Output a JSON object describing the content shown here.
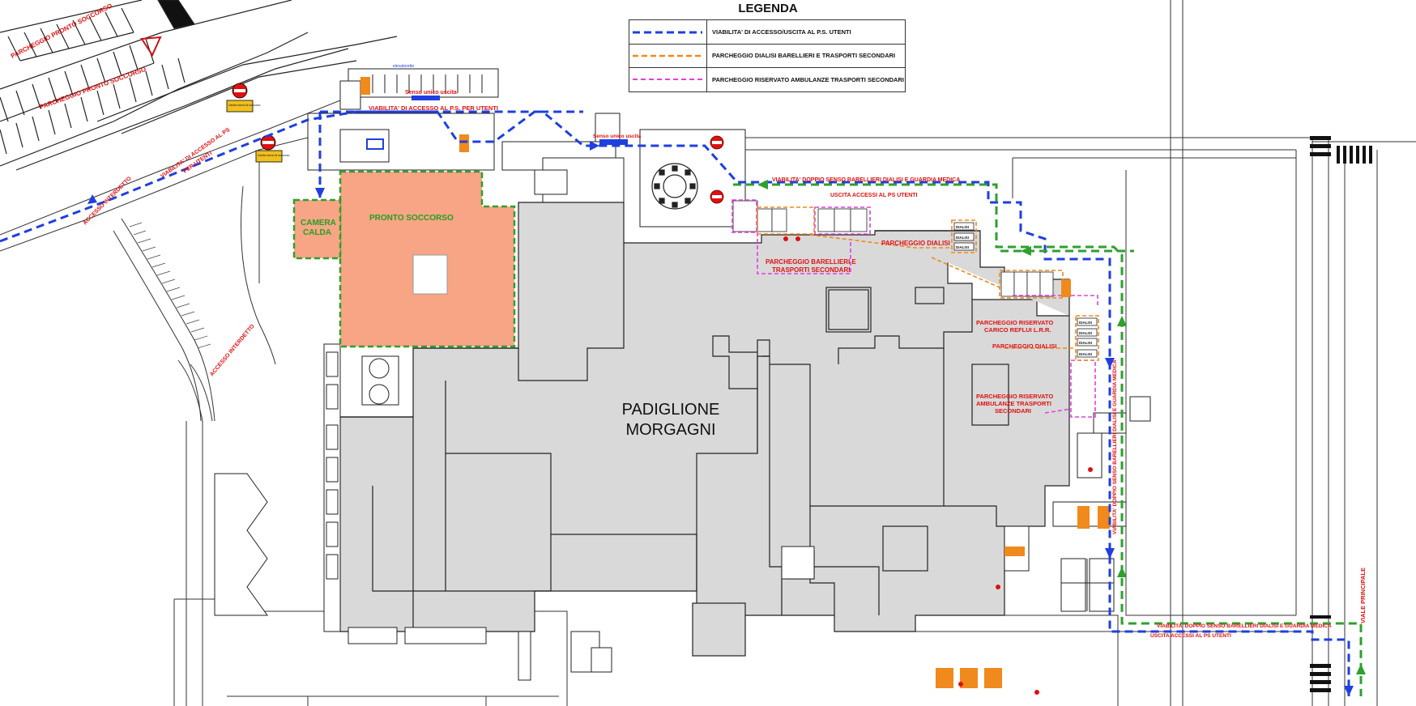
{
  "legend": {
    "title": "LEGENDA",
    "items": [
      {
        "label": "VIABILITA' DI ACCESSO/USCITA AL P.S. UTENTI",
        "color": "#1f3fe0",
        "style": "dashed"
      },
      {
        "label": "PARCHEGGIO DIALISI BARELLIERI E TRASPORTI SECONDARI",
        "color": "#f08a1c",
        "style": "dashed"
      },
      {
        "label": "PARCHEGGIO RISERVATO AMBULANZE TRASPORTI SECONDARI",
        "color": "#e040e0",
        "style": "dashed"
      }
    ]
  },
  "colors": {
    "building": "#d9d9d9",
    "emergency": "#f7a585",
    "green_route": "#2ea02e",
    "blue_route": "#1f3fe0",
    "orange": "#f08a1c",
    "magenta": "#e040e0",
    "red_text": "#e01010",
    "green_text": "#22a022"
  },
  "labels": {
    "parcheggio_ps_1": "PARCHEGGIO PRONTO SOCCORSO",
    "parcheggio_ps_2": "PARCHEGGIO PRONTO SOCCORSO",
    "viabilita_ps_curve": "VIABILITA' DI ACCESSO AL PS",
    "per_utenti": "PER UTENTI",
    "accesso_interdetto_1": "ACCESSO INTERDETTO",
    "accesso_interdetto_2": "ACCESSO INTERDETTO",
    "viabilita_top": "VIABILITA' DI ACCESSO AL P.S. PER UTENTI",
    "senso_unico_top": "Senso unico uscita",
    "senso_unico_mid": "Senso unico uscita",
    "elevator_top": "elevatorette",
    "sign_1": "Uscita mezzi di soccorso",
    "sign_2": "Uscita mezzi di soccorso",
    "camera_calda_1": "CAMERA",
    "camera_calda_2": "CALDA",
    "pronto_soccorso": "PRONTO SOCCORSO",
    "padiglione_1": "PADIGLIONE",
    "padiglione_2": "MORGAGNI",
    "viabilita_doppio": "VIABILITA' DOPPIO SENSO BARELLIERI DIALISI E GUARDIA MEDICA",
    "uscita_accesso": "USCITA ACCESSI AL PS UTENTI",
    "parcheggio_dialisi_1": "PARCHEGGIO DIALISI",
    "parcheggio_barellieri_1": "PARCHEGGIO BARELLIERI E",
    "parcheggio_barellieri_2": "TRASPORTI SECONDARI",
    "riservato_carico_1": "PARCHEGGIO RISERVATO",
    "riservato_carico_2": "CARICO REFLUI L.R.R.",
    "parcheggio_dialisi_2": "PARCHEGGIO DIALISI",
    "riservato_amb_1": "PARCHEGGIO RISERVATO",
    "riservato_amb_2": "AMBULANZE TRASPORTI",
    "riservato_amb_3": "SECONDARI",
    "viale_principale": "VIALE PRINCIPALE",
    "vertical_route": "VIABILITA' DOPPIO SENSO BARELLIERI DIALISI E GUARDIA MEDICA",
    "bottom_route": "VIABILITA' DOPPIO SENSO BARELLIERI DIALISI E GUARDIA MEDICA",
    "bottom_uscita": "USCITA ACCESSI AL PS UTENTI",
    "dialisi": "DIALISI"
  }
}
